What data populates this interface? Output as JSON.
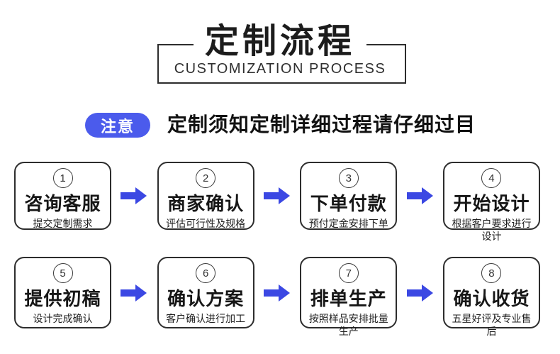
{
  "header": {
    "title": "定制流程",
    "subtitle": "CUSTOMIZATION PROCESS"
  },
  "notice": {
    "badge_label": "注意",
    "text": "定制须知定制详细过程请仔细过目"
  },
  "colors": {
    "badge_blue": "#4b5bec",
    "arrow_blue": "#3b48e3",
    "card_border": "#2d2d2d"
  },
  "steps": [
    {
      "number": "1",
      "title": "咨询客服",
      "desc": "提交定制需求"
    },
    {
      "number": "2",
      "title": "商家确认",
      "desc": "评估可行性及规格"
    },
    {
      "number": "3",
      "title": "下单付款",
      "desc": "预付定金安排下单"
    },
    {
      "number": "4",
      "title": "开始设计",
      "desc": "根据客户要求进行设计"
    },
    {
      "number": "5",
      "title": "提供初稿",
      "desc": "设计完成确认"
    },
    {
      "number": "6",
      "title": "确认方案",
      "desc": "客户确认进行加工"
    },
    {
      "number": "7",
      "title": "排单生产",
      "desc": "按照样品安排批量生产"
    },
    {
      "number": "8",
      "title": "确认收货",
      "desc": "五星好评及专业售后"
    }
  ]
}
